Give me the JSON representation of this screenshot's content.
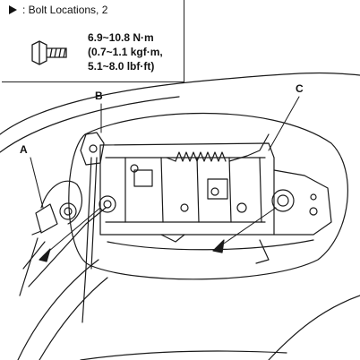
{
  "legend": {
    "bolt_locations": ": Bolt Locations, 2",
    "torque": {
      "nm": "6.9~10.8 N·m",
      "kgf": "(0.7~1.1 kgf·m,",
      "lbf": "5.1~8.0 lbf·ft)"
    }
  },
  "callouts": {
    "a": "A",
    "b": "B",
    "c": "C"
  },
  "icons": [
    "bolt-locator-triangle-icon",
    "bolt-icon"
  ]
}
